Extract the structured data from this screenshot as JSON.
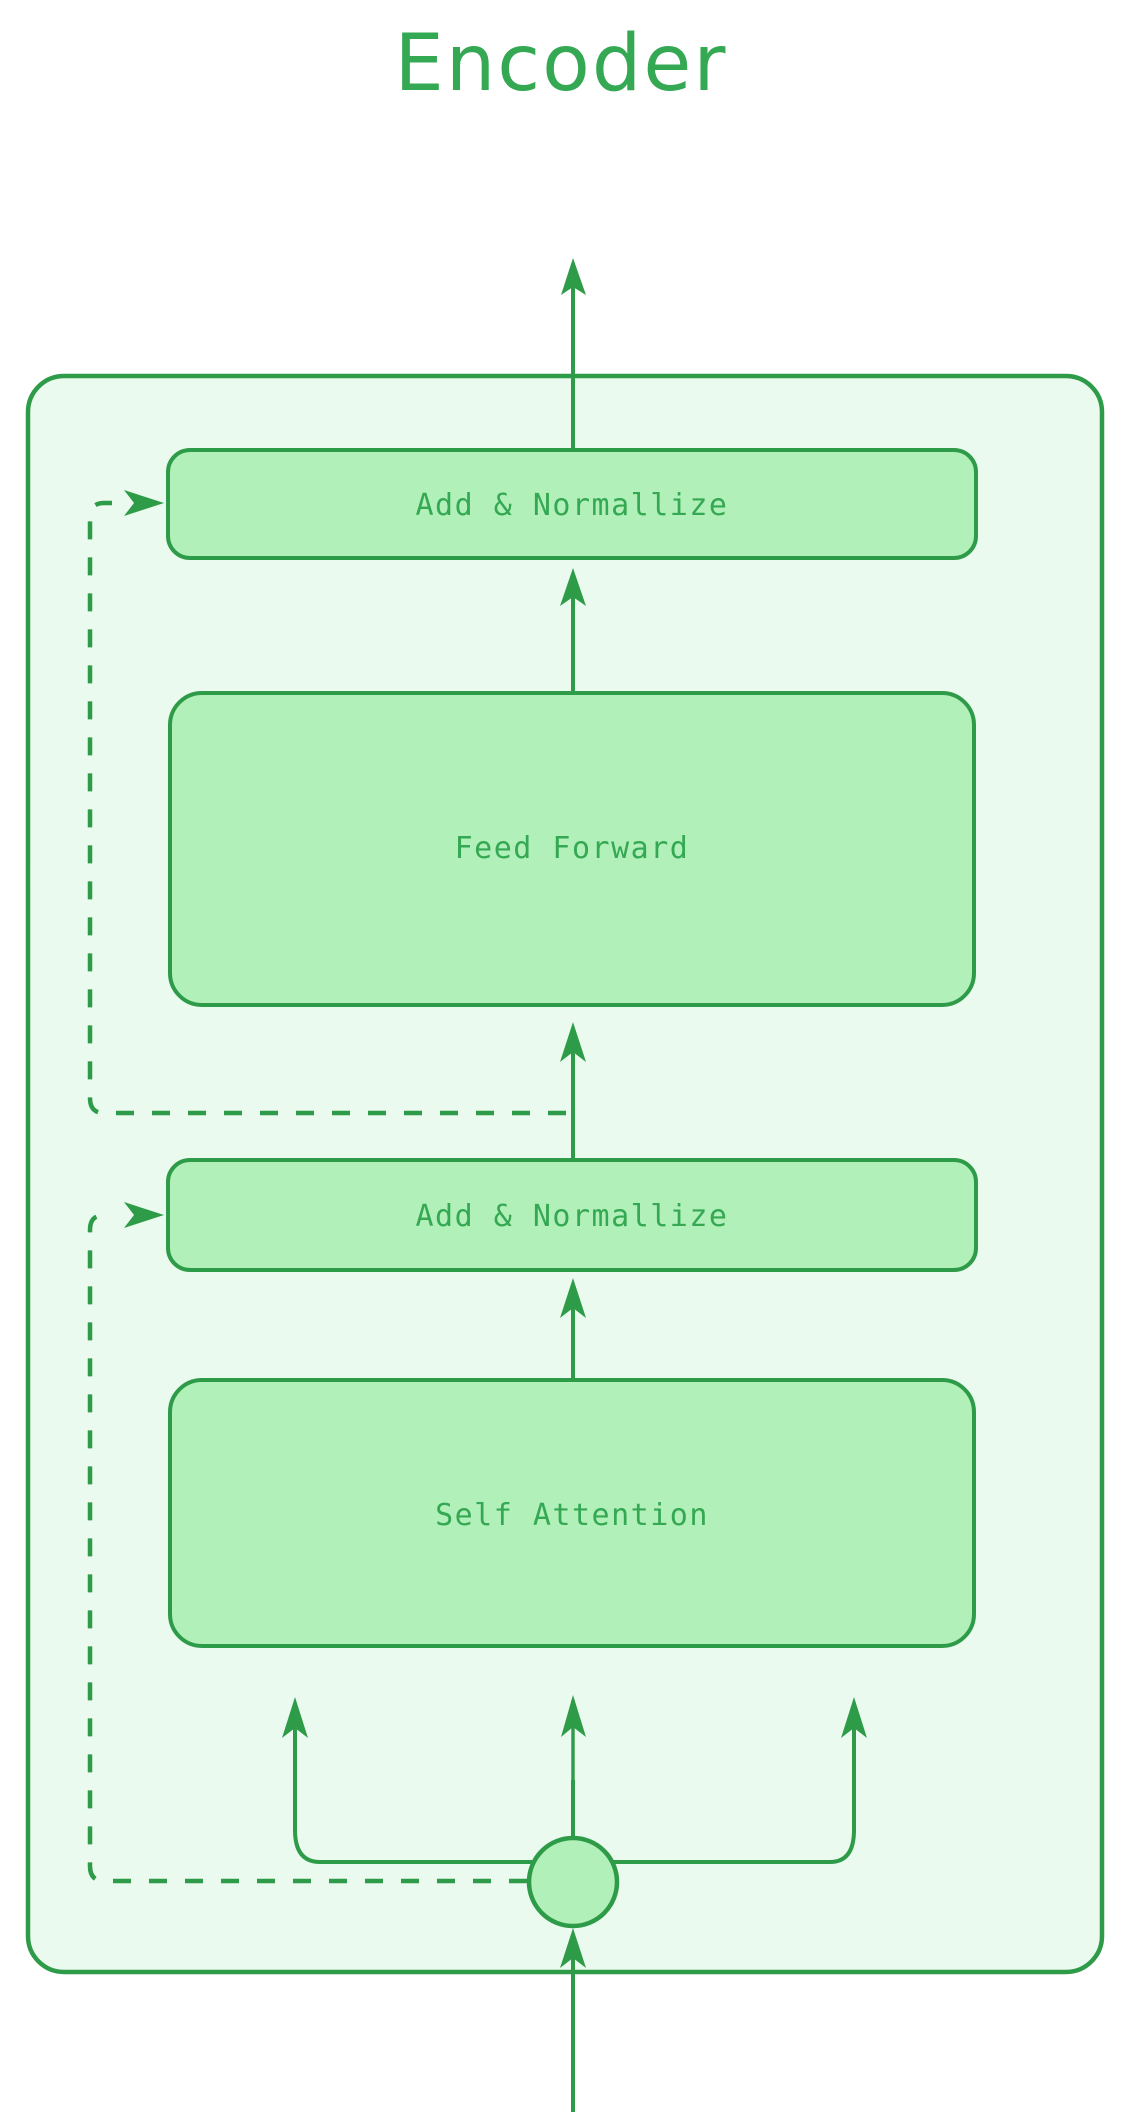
{
  "diagram": {
    "title": "Encoder",
    "type": "flowchart",
    "colors": {
      "page_background": "#FFFFFF",
      "container_fill": "#EBFAEE",
      "node_fill": "#B1F0B8",
      "stroke": "#2E9B48",
      "text": "#34A853"
    },
    "container": {
      "name": "encoder-block"
    },
    "nodes": [
      {
        "id": "add-norm-top",
        "label": "Add & Normallize",
        "shape": "rounded-rect"
      },
      {
        "id": "feed-forward",
        "label": "Feed Forward",
        "shape": "rounded-rect"
      },
      {
        "id": "add-norm-bottom",
        "label": "Add & Normallize",
        "shape": "rounded-rect"
      },
      {
        "id": "self-attention",
        "label": "Self Attention",
        "shape": "rounded-rect"
      },
      {
        "id": "input-junction",
        "label": "",
        "shape": "circle"
      }
    ],
    "edges": [
      {
        "from": "add-norm-top",
        "to": "output",
        "style": "solid",
        "arrow": true
      },
      {
        "from": "feed-forward",
        "to": "add-norm-top",
        "style": "solid",
        "arrow": true
      },
      {
        "from": "add-norm-bottom",
        "to": "feed-forward",
        "style": "solid",
        "arrow": true
      },
      {
        "from": "self-attention",
        "to": "add-norm-bottom",
        "style": "solid",
        "arrow": true
      },
      {
        "from": "input-junction",
        "to": "self-attention",
        "style": "solid",
        "arrow": true,
        "note": "splits into three arrows"
      },
      {
        "from": "input",
        "to": "input-junction",
        "style": "solid",
        "arrow": true
      },
      {
        "from": "add-norm-bottom-residual",
        "to": "add-norm-top",
        "style": "dashed",
        "arrow": true
      },
      {
        "from": "input-junction-residual",
        "to": "add-norm-bottom",
        "style": "dashed",
        "arrow": true
      }
    ]
  }
}
